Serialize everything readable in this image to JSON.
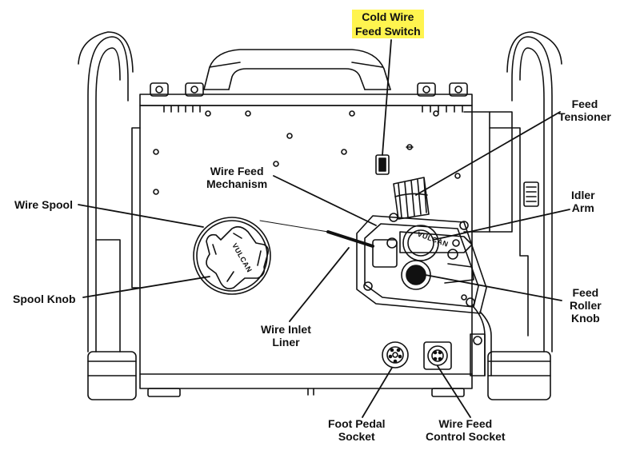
{
  "labels": {
    "cold_wire_switch": {
      "line1": "Cold Wire",
      "line2": "Feed Switch"
    },
    "feed_tensioner": {
      "line1": "Feed",
      "line2": "Tensioner"
    },
    "wire_feed_mechanism": {
      "line1": "Wire Feed",
      "line2": "Mechanism"
    },
    "wire_spool": {
      "line1": "Wire Spool"
    },
    "idler_arm": {
      "line1": "Idler",
      "line2": "Arm"
    },
    "spool_knob": {
      "line1": "Spool Knob"
    },
    "feed_roller_knob": {
      "line1": "Feed",
      "line2": "Roller",
      "line3": "Knob"
    },
    "wire_inlet_liner": {
      "line1": "Wire Inlet",
      "line2": "Liner"
    },
    "foot_pedal_socket": {
      "line1": "Foot Pedal",
      "line2": "Socket"
    },
    "wire_feed_control_socket": {
      "line1": "Wire Feed",
      "line2": "Control Socket"
    }
  },
  "brand": {
    "spool_logo": "VULCAN",
    "roller_logo": "VULCAN"
  },
  "colors": {
    "highlight": "#fff44f",
    "line": "#111111"
  }
}
